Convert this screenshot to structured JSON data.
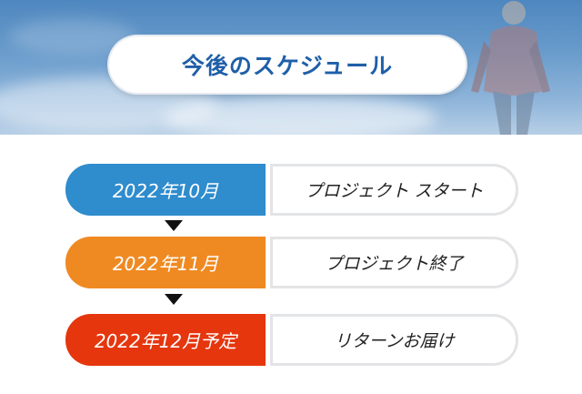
{
  "header": {
    "title": "今後のスケジュール"
  },
  "schedule": [
    {
      "date": "2022年10月",
      "event": "プロジェクト スタート",
      "color": "#2f8ccd"
    },
    {
      "date": "2022年11月",
      "event": "プロジェクト終了",
      "color": "#ef8a22"
    },
    {
      "date": "2022年12月予定",
      "event": "リターンお届け",
      "color": "#e5360e"
    }
  ],
  "colors": {
    "title_text": "#1f5fa8",
    "arrow": "#111111",
    "event_border": "#e3e4e6"
  }
}
